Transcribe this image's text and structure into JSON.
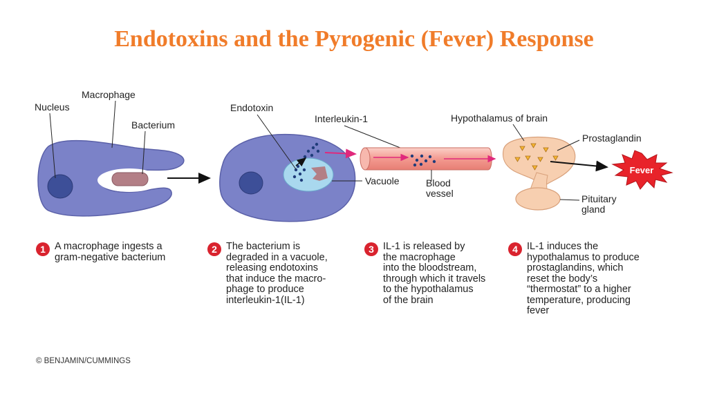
{
  "title": "Endotoxins and the Pyrogenic (Fever) Response",
  "labels": {
    "nucleus": "Nucleus",
    "macrophage": "Macrophage",
    "bacterium": "Bacterium",
    "endotoxin": "Endotoxin",
    "interleukin": "Interleukin-1",
    "vacuole": "Vacuole",
    "blood1": "Blood",
    "blood2": "vessel",
    "hypothalamus": "Hypothalamus of brain",
    "prostaglandin": "Prostaglandin",
    "pituitary1": "Pituitary",
    "pituitary2": "gland",
    "fever": "Fever"
  },
  "steps": [
    {
      "num": "1",
      "text": "A macrophage ingests a\ngram-negative bacterium"
    },
    {
      "num": "2",
      "text": "The bacterium is\ndegraded in a vacuole,\nreleasing endotoxins\nthat induce the macro-\nphage to produce\ninterleukin-1(IL-1)"
    },
    {
      "num": "3",
      "text": "IL-1 is released by\nthe macrophage\ninto the bloodstream,\nthrough which it travels\nto the hypothalamus\nof the brain"
    },
    {
      "num": "4",
      "text": "IL-1 induces the\nhypothalamus to produce\nprostaglandins, which\nreset the body’s\n“thermostat” to a higher\ntemperature, producing\nfever"
    }
  ],
  "credit": "© BENJAMIN/CUMMINGS",
  "colors": {
    "title": "#f07c2a",
    "cell": "#7b82c8",
    "nucleus": "#3d4f98",
    "vacuole": "#a9d8ee",
    "vessel": "#f4a9a0",
    "brain": "#f7cfb0",
    "fever": "#e8232a",
    "step_badge": "#d9232e",
    "il1_arrow": "#e0297c"
  }
}
